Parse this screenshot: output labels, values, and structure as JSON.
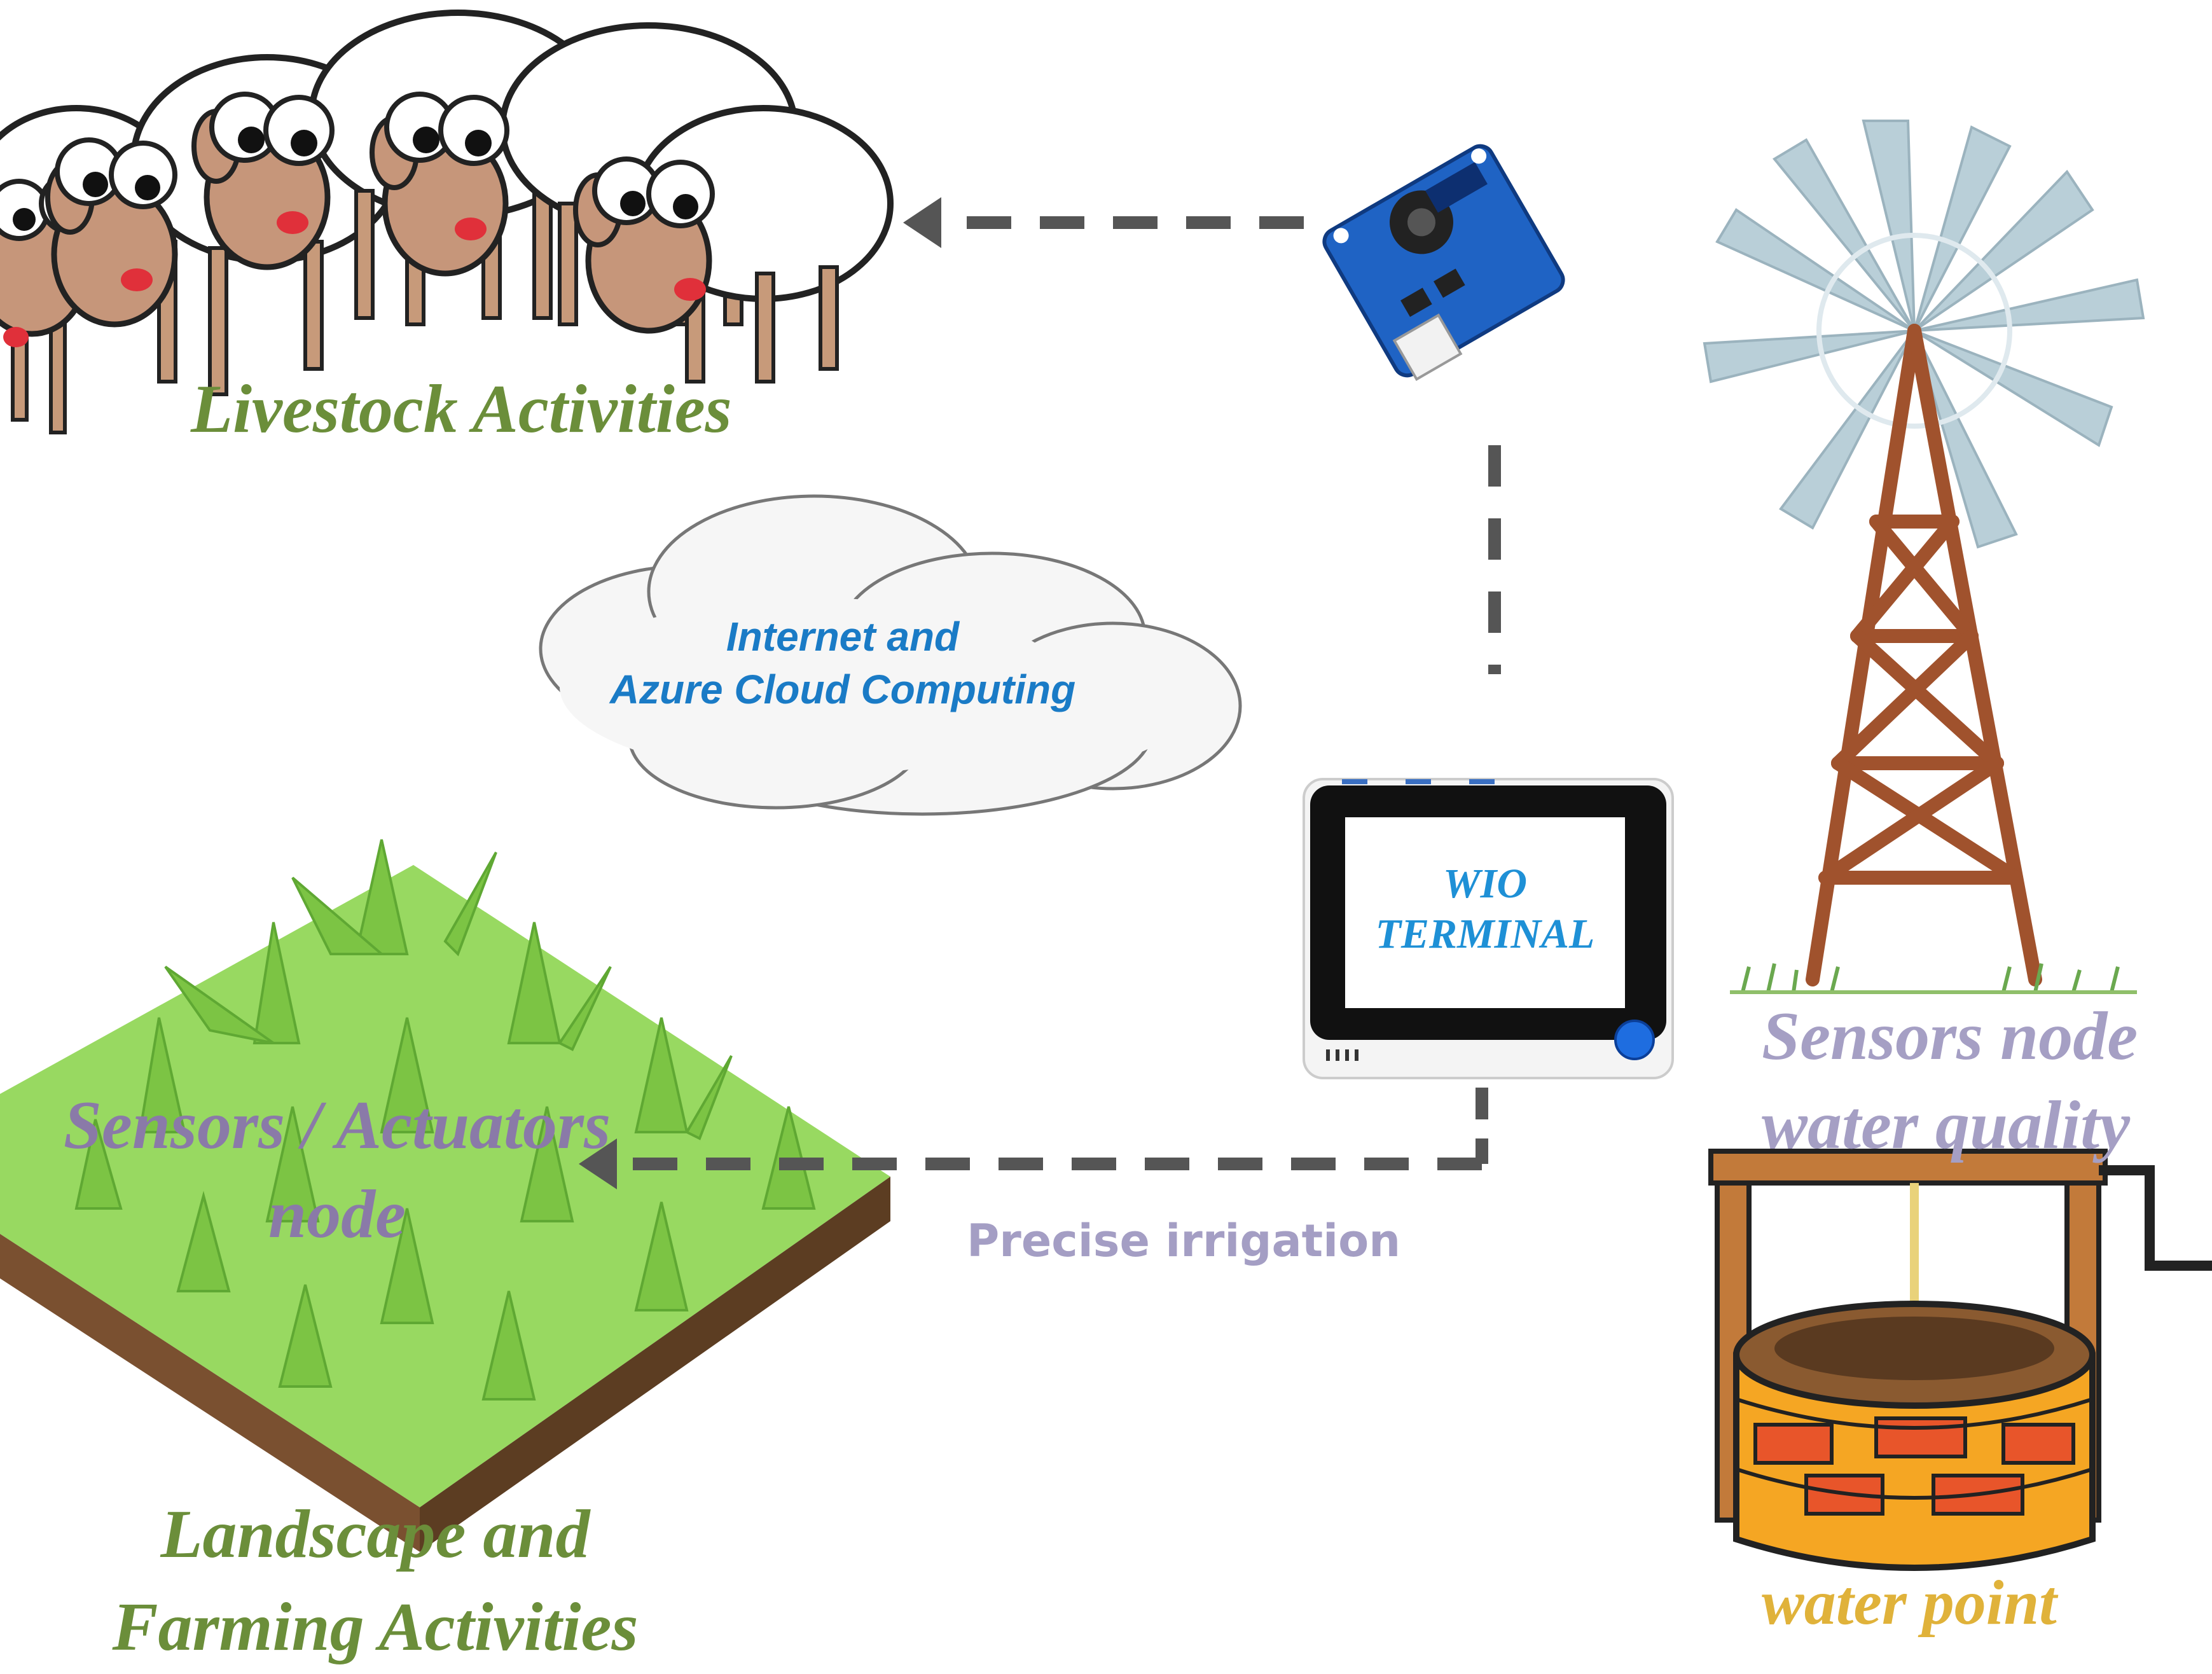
{
  "labels": {
    "livestock": "Livestock Activities",
    "cloud_line1": "Internet and",
    "cloud_line2": "Azure Cloud Computing",
    "wio_line1": "WIO",
    "wio_line2": "TERMINAL",
    "sensors_actuators_line1": "Sensors / Actuators",
    "sensors_actuators_line2": "node",
    "precise_irrigation": "Precise irrigation",
    "landscape_line1": "Landscape and",
    "landscape_line2": "Farming Activities",
    "sensors_node_line1": "Sensors node",
    "sensors_node_line2": "water quality",
    "water_point": "water point"
  },
  "colors": {
    "green_text": "#6b8e3a",
    "purple_text": "#8a7aa8",
    "lavender_text": "#a59fc4",
    "gold_text": "#e0b23a",
    "cloud_text": "#1a7bc6",
    "arrow": "#555555"
  },
  "icons": [
    "sheep-icon",
    "sensor-board-icon",
    "cloud-icon",
    "wio-terminal-icon",
    "grass-field-icon",
    "windmill-icon",
    "well-icon"
  ]
}
